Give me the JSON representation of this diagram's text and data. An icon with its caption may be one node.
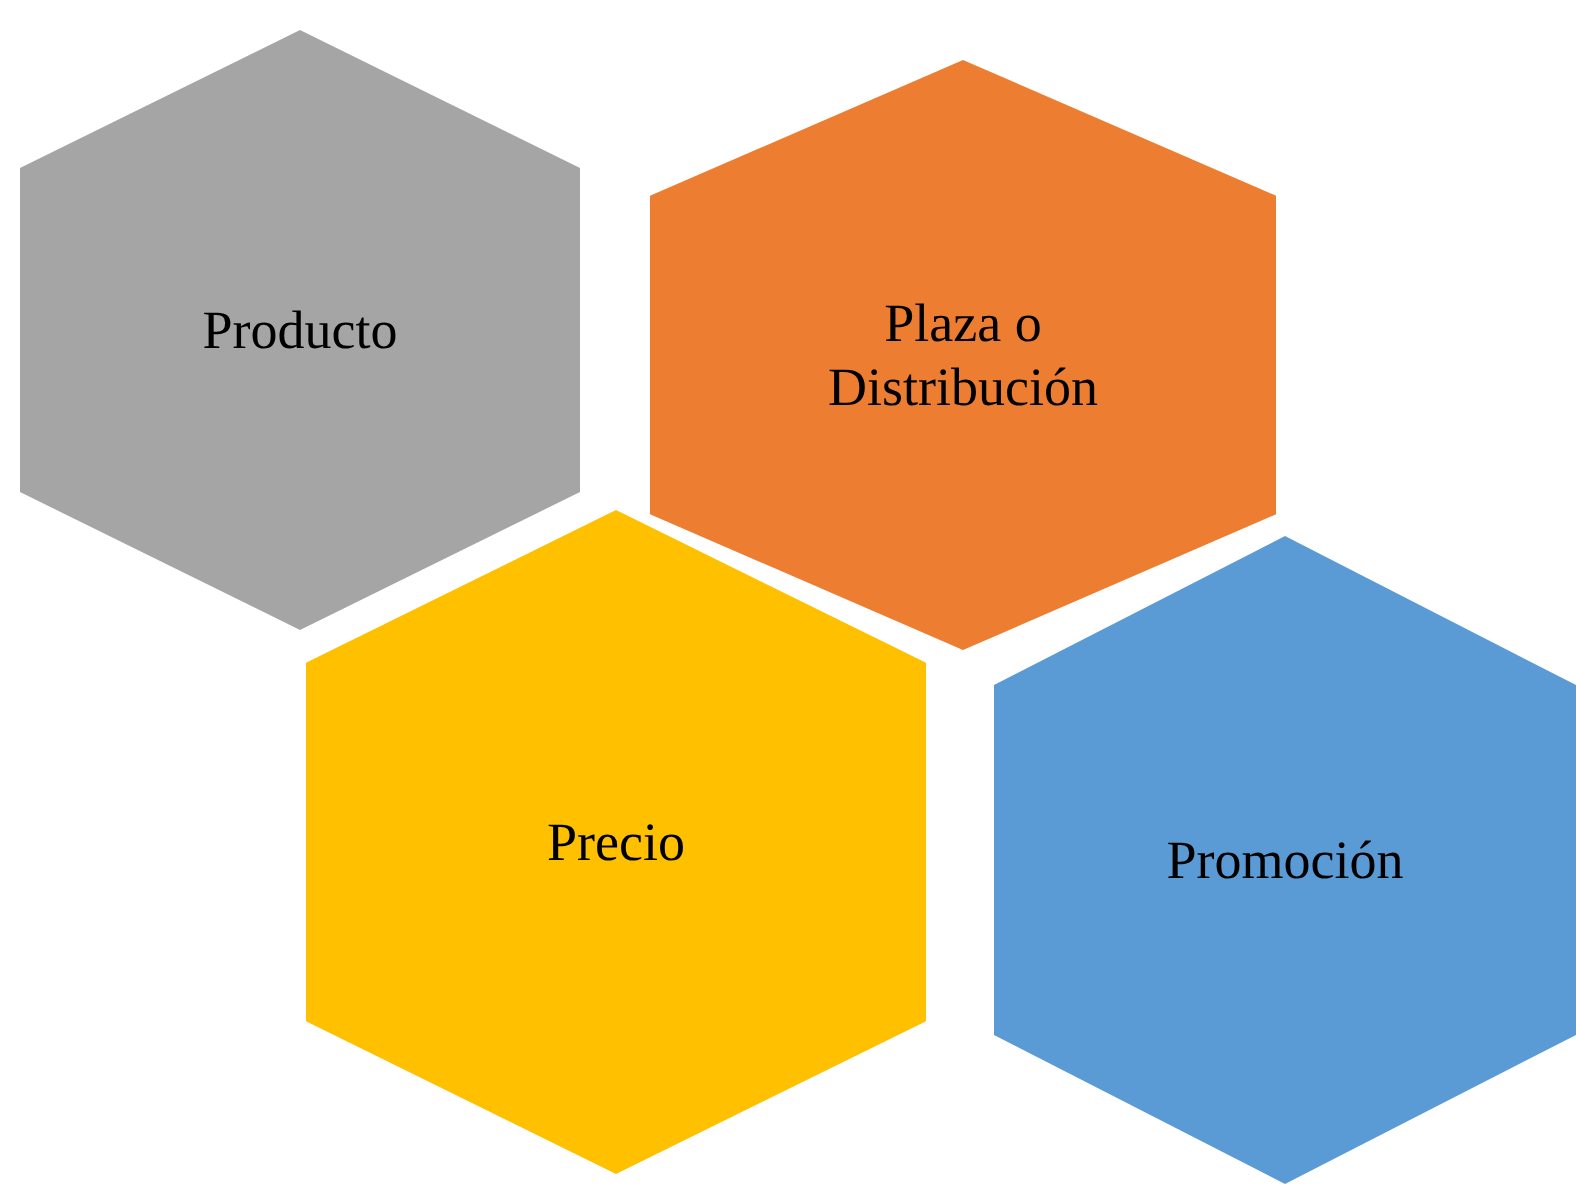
{
  "diagram": {
    "nodes": [
      {
        "text": [
          "Producto"
        ]
      },
      {
        "text": [
          "Plaza o Distribución"
        ]
      },
      {
        "text": [
          "Precio"
        ]
      },
      {
        "text": [
          "Promoción"
        ]
      }
    ]
  }
}
